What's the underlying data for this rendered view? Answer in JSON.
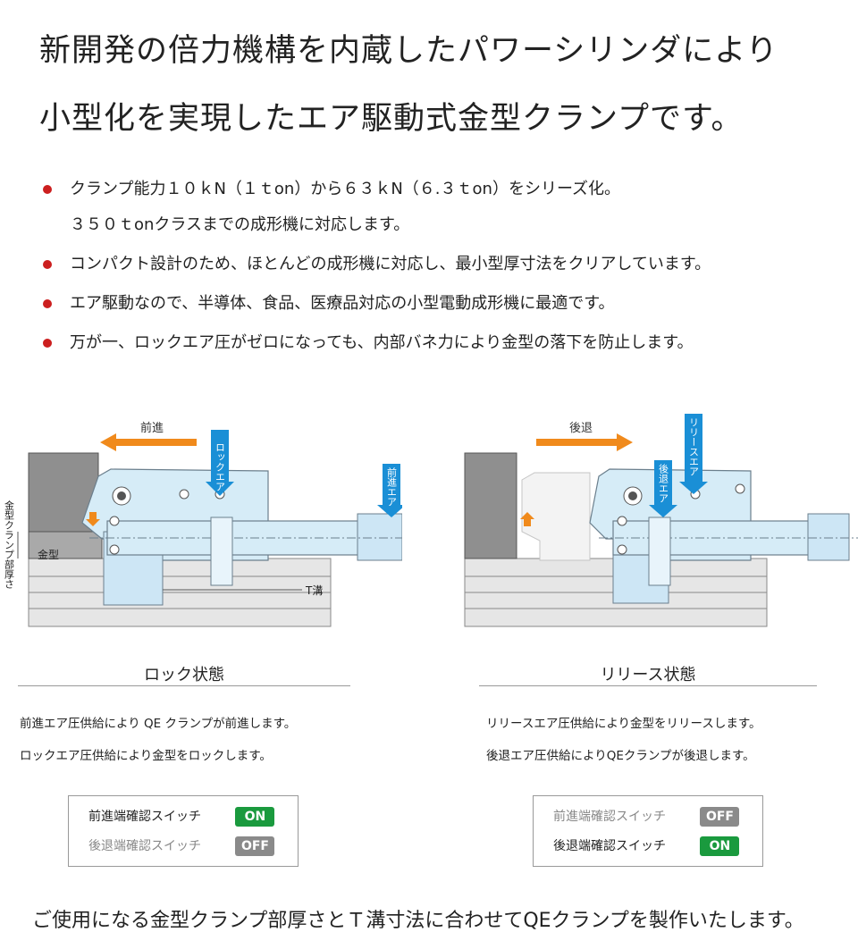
{
  "headline": {
    "line1": "新開発の倍力機構を内蔵したパワーシリンダにより",
    "line2": "小型化を実現したエア駆動式金型クランプです。"
  },
  "bullets": [
    {
      "text": "クランプ能力１０ｋN（１ｔon）から６３ｋN（６.３ｔon）をシリーズ化。",
      "cont": "３５０ｔonクラスまでの成形機に対応します。"
    },
    {
      "text": "コンパクト設計のため、ほとんどの成形機に対応し、最小型厚寸法をクリアしています。",
      "cont": ""
    },
    {
      "text": "エア駆動なので、半導体、食品、医療品対応の小型電動成形機に最適です。",
      "cont": ""
    },
    {
      "text": "万が一、ロックエア圧がゼロになっても、内部バネ力により金型の落下を防止します。",
      "cont": ""
    }
  ],
  "lock_diagram": {
    "arrow_label": "前進",
    "lock_air": "ロックエア",
    "forward_air": "前進エア",
    "mold_label": "金型",
    "tslot_label": "T溝",
    "thickness_label": "金型クランプ部厚さ",
    "title": "ロック状態",
    "desc1": "前進エア圧供給により QE クランプが前進します。",
    "desc2": "ロックエア圧供給により金型をロックします。",
    "switches": [
      {
        "label": "前進端確認スイッチ",
        "state": "ON"
      },
      {
        "label": "後退端確認スイッチ",
        "state": "OFF"
      }
    ]
  },
  "release_diagram": {
    "arrow_label": "後退",
    "release_air": "リリースエア",
    "back_air": "後退エア",
    "title": "リリース状態",
    "desc1": "リリースエア圧供給により金型をリリースします。",
    "desc2": "後退エア圧供給によりQEクランプが後退します。",
    "switches": [
      {
        "label": "前進端確認スイッチ",
        "state": "OFF"
      },
      {
        "label": "後退端確認スイッチ",
        "state": "ON"
      }
    ]
  },
  "footer": "ご使用になる金型クランプ部厚さとＴ溝寸法に合わせてQEクランプを製作いたします。",
  "colors": {
    "bullet": "#cc1f1f",
    "arrow_blue": "#1a8fd6",
    "arrow_orange": "#f08a1c",
    "on": "#1a9a3e",
    "off": "#8a8a8a",
    "body": "#d6ecf7"
  }
}
